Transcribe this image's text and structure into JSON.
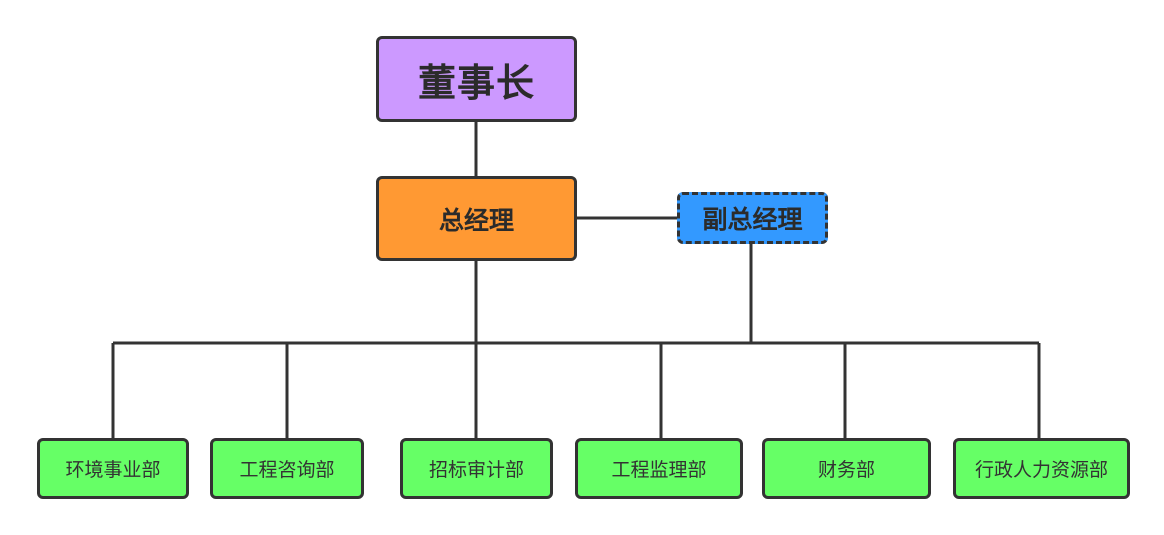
{
  "org_chart": {
    "chairman": {
      "label": "董事长"
    },
    "general_manager": {
      "label": "总经理"
    },
    "deputy_general_manager": {
      "label": "副总经理"
    },
    "departments": [
      {
        "label": "环境事业部"
      },
      {
        "label": "工程咨询部"
      },
      {
        "label": "招标审计部"
      },
      {
        "label": "工程监理部"
      },
      {
        "label": "财务部"
      },
      {
        "label": "行政人力资源部"
      }
    ]
  },
  "colors": {
    "chairman_fill": "#cc99ff",
    "general_manager_fill": "#ff9933",
    "deputy_fill": "#3399ff",
    "department_fill": "#66ff66",
    "line": "#333333"
  }
}
